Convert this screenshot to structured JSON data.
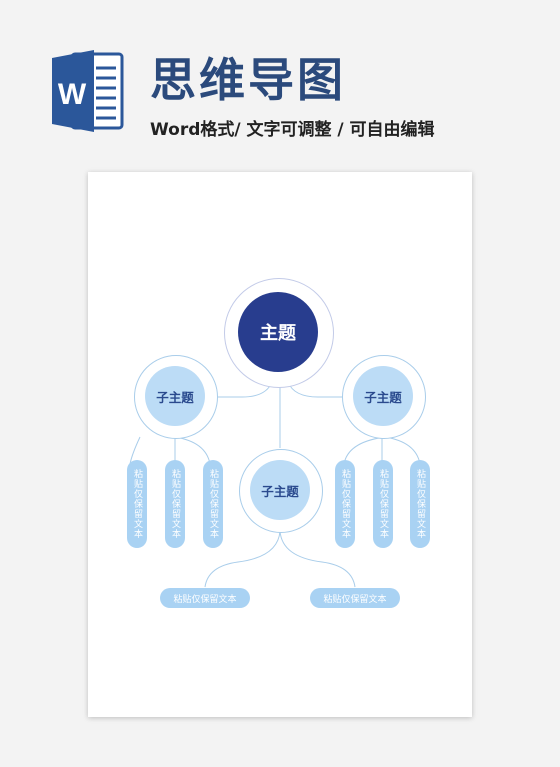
{
  "header": {
    "logo_letter": "W",
    "logo_icon": "word-document-icon",
    "title": "思维导图",
    "subtitle": "Word格式/ 文字可调整 / 可自由编辑"
  },
  "mindmap": {
    "main_topic": "主题",
    "subtopics": [
      "子主题",
      "子主题",
      "子主题"
    ],
    "vertical_leaves": [
      "粘贴仅保留文本",
      "粘贴仅保留文本",
      "粘贴仅保留文本",
      "粘贴仅保留文本",
      "粘贴仅保留文本",
      "粘贴仅保留文本"
    ],
    "horizontal_leaves": [
      "粘贴仅保留文本",
      "粘贴仅保留文本"
    ]
  },
  "colors": {
    "title": "#2b4a7c",
    "main_node": "#283d8e",
    "sub_node": "#bcdcf6",
    "leaf": "#a9d2f3",
    "connector": "#a9cdea"
  }
}
